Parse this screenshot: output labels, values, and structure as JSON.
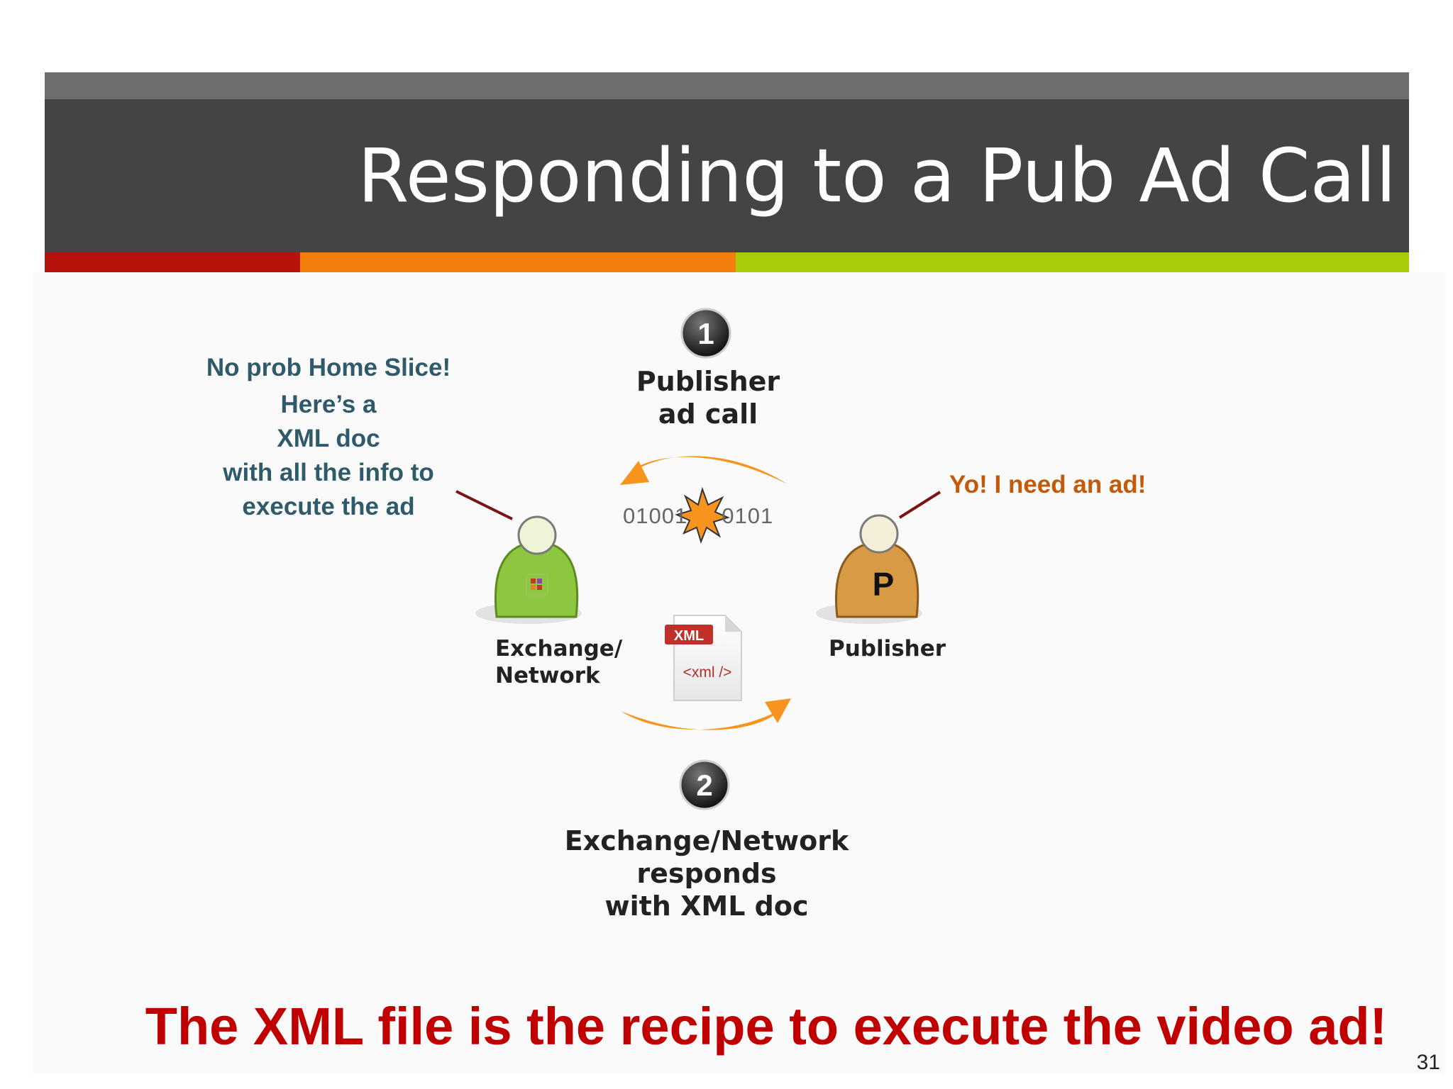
{
  "slide": {
    "title": "Responding to a Pub Ad Call",
    "footer": "The XML file is the recipe to execute the video ad!",
    "number": "31"
  },
  "steps": [
    {
      "number": "1",
      "label_lines": [
        "Publisher",
        "ad call"
      ]
    },
    {
      "number": "2",
      "label_lines": [
        "Exchange/Network",
        "responds",
        "with XML doc"
      ]
    }
  ],
  "actors": {
    "exchange": {
      "label_lines": [
        "Exchange/",
        "Network"
      ],
      "body_color": "#8dc63f"
    },
    "publisher": {
      "label": "Publisher",
      "badge": "P",
      "body_color": "#d99a45"
    }
  },
  "speech": {
    "exchange_lines": [
      "No prob Home Slice!",
      "Here’s a",
      "XML doc",
      "with all the info to",
      "execute the ad"
    ],
    "publisher": "Yo! I need an ad!"
  },
  "transfer": {
    "bits": "01001     0101",
    "xml_badge": "XML",
    "xml_tag": "<xml />"
  },
  "colors": {
    "header_dark": "#444444",
    "stripe_red": "#b5130b",
    "stripe_orange": "#f47e0c",
    "stripe_green": "#a8cc07",
    "arrow_orange": "#f7941d",
    "footer_red": "#c00000"
  }
}
